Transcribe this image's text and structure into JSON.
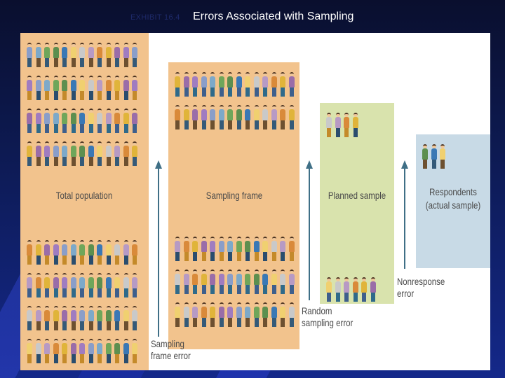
{
  "slide": {
    "exhibit": "EXHIBIT 16.4",
    "title": "Errors Associated with Sampling"
  },
  "diagram": {
    "boxes": {
      "total_population": "Total population",
      "sampling_frame": "Sampling frame",
      "planned_sample": "Planned sample",
      "respondents_line1": "Respondents",
      "respondents_line2": "(actual sample)"
    },
    "errors": {
      "sampling_frame_error_line1": "Sampling",
      "sampling_frame_error_line2": "frame error",
      "random_sampling_error_line1": "Random",
      "random_sampling_error_line2": "sampling error",
      "nonresponse_error_line1": "Nonresponse",
      "nonresponse_error_line2": "error"
    }
  },
  "colors": {
    "population_box": "#f2c38d",
    "planned_box": "#d9e3ad",
    "respondents_box": "#c8dae6",
    "arrow": "#3f6f86",
    "label_text": "#4a4a4a"
  },
  "icons": [
    "person-figure-icon",
    "up-arrow-icon"
  ]
}
